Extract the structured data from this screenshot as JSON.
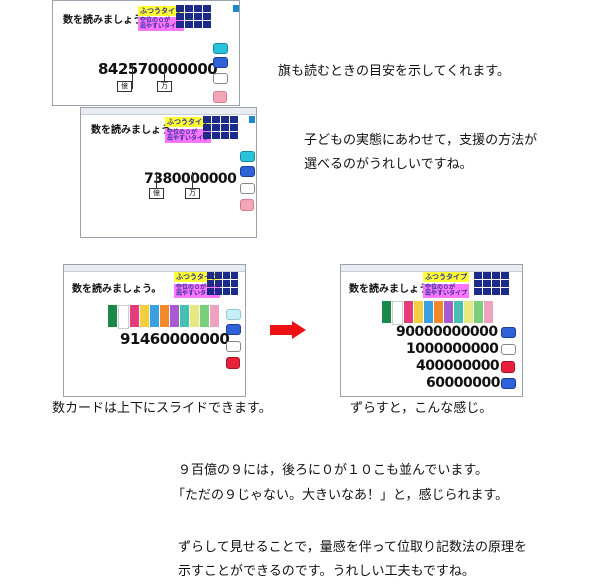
{
  "captions": {
    "flags": "旗も読むときの目安を示してくれます。",
    "support_1": "子どもの実態にあわせて，支援の方法が",
    "support_2": "選べるのがうれしいですね。",
    "slide": "数カードは上下にスライドできます。",
    "shifted": "ずらすと，こんな感じ。"
  },
  "paragraphs": {
    "p1_line1": "９百億の９には，後ろに０が１０こも並んでいます。",
    "p1_line2": "「ただの９じゃない。大きいなあ！」と，感じられます。",
    "p2_line1": "ずらして見せることで，量感を伴って位取り記数法の原理を",
    "p2_line2": "示すことができるのです。うれしい工夫もですね。"
  },
  "app": {
    "prompt": "数を読みましょう。",
    "type_normal": "ふつうタイプ",
    "type_easy_1": "空位の０が",
    "type_easy_2": "出やすいタイプ",
    "flag_oku": "億",
    "flag_man": "万"
  },
  "screens": {
    "s1_number": "842570000000",
    "s2_number": "7380000000",
    "s3_number": "91460000000",
    "s4_numbers": [
      "90000000000",
      "1000000000",
      "400000000",
      "60000000"
    ]
  },
  "colors": {
    "arrow": "#ee1111",
    "prompt_highlight": "#ffff33",
    "easy_type_highlight": "#ff77ff"
  }
}
